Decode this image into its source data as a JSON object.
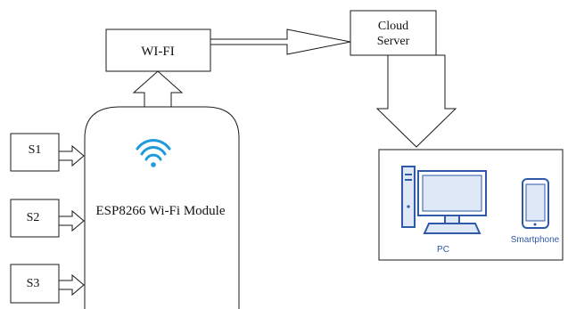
{
  "nodes": {
    "wifi": "WI-FI",
    "cloud_line1": "Cloud",
    "cloud_line2": "Server",
    "module": "ESP8266 Wi-Fi Module",
    "s1": "S1",
    "s2": "S2",
    "s3": "S3",
    "pc": "PC",
    "smartphone": "Smartphone"
  },
  "colors": {
    "stroke": "#1a1a1a",
    "wifi_icon": "#1e9bdc",
    "device": "#2f5aa8",
    "device_light": "#dfe8f6"
  },
  "icons": {
    "module_icon": "wifi-signal-icon",
    "pc_icon": "desktop-pc-icon",
    "phone_icon": "smartphone-icon"
  }
}
